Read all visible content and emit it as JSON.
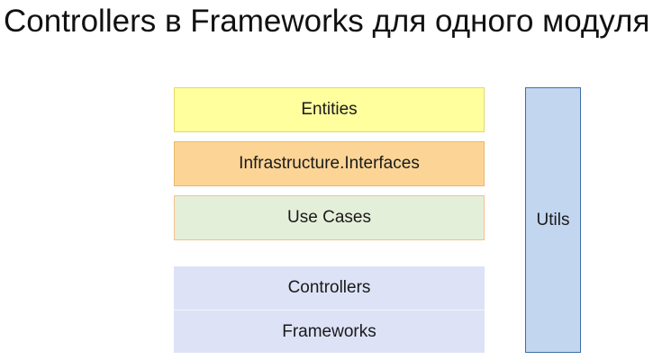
{
  "slide": {
    "title": "Controllers в Frameworks для одного модуля"
  },
  "layers": {
    "entities": "Entities",
    "infrastructure_interfaces": "Infrastructure.Interfaces",
    "use_cases": "Use Cases",
    "controllers": "Controllers",
    "frameworks": "Frameworks",
    "utils": "Utils"
  },
  "colors": {
    "entities": "#ffff9e",
    "infrastructure_interfaces": "#fcd596",
    "use_cases": "#e4efda",
    "controllers": "#dde2f6",
    "frameworks": "#dde2f6",
    "utils": "#c3d6ef",
    "utils_border": "#3f6fa8"
  }
}
